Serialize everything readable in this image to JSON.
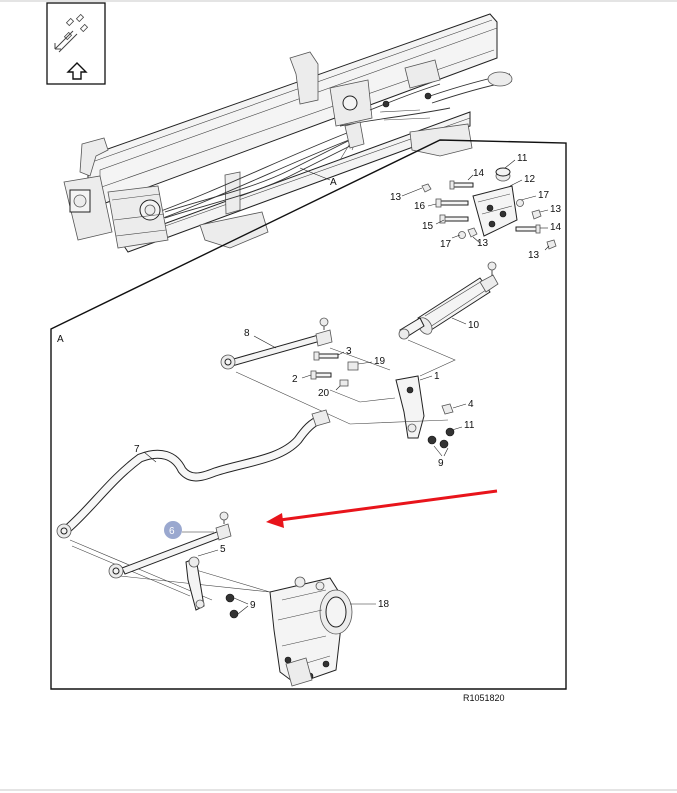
{
  "diagram": {
    "callout_A_main": "A",
    "callout_A_detail": "A",
    "reference_code": "R1051820",
    "highlighted_part": "6",
    "highlight_color": "#9aa8cf",
    "arrow_color": "#e8141b",
    "orientation_icon": "front-arrow-icon",
    "labels": {
      "p1": "1",
      "p2": "2",
      "p3": "3",
      "p4": "4",
      "p5": "5",
      "p7": "7",
      "p8": "8",
      "p9a": "9",
      "p9b": "9",
      "p10": "10",
      "p11a": "11",
      "p11b": "11",
      "p12": "12",
      "p13a": "13",
      "p13b": "13",
      "p13c": "13",
      "p13d": "13",
      "p14a": "14",
      "p14b": "14",
      "p15": "15",
      "p16": "16",
      "p17a": "17",
      "p17b": "17",
      "p18": "18",
      "p19": "19",
      "p20": "20"
    }
  }
}
